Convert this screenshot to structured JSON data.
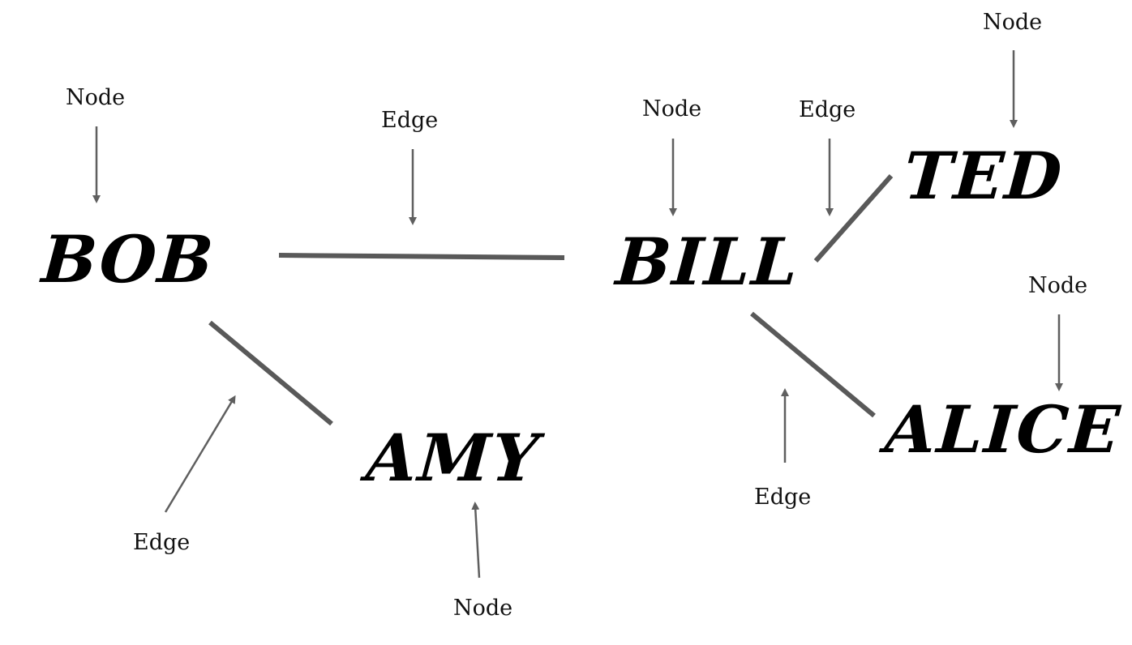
{
  "colors": {
    "edge": "#595959",
    "arrow": "#5f5f5f",
    "text": "#000000"
  },
  "nodes": [
    {
      "id": "bob",
      "label": "BOB"
    },
    {
      "id": "bill",
      "label": "BILL"
    },
    {
      "id": "ted",
      "label": "TED"
    },
    {
      "id": "amy",
      "label": "AMY"
    },
    {
      "id": "alice",
      "label": "ALICE"
    }
  ],
  "edges": [
    {
      "from": "bob",
      "to": "bill"
    },
    {
      "from": "bob",
      "to": "amy"
    },
    {
      "from": "bill",
      "to": "ted"
    },
    {
      "from": "bill",
      "to": "alice"
    }
  ],
  "annotations": {
    "node_bob": "Node",
    "edge_bob_bill": "Edge",
    "node_bill": "Node",
    "edge_bill_ted": "Edge",
    "node_ted": "Node",
    "node_alice": "Node",
    "edge_bob_amy": "Edge",
    "node_amy": "Node",
    "edge_bill_alice": "Edge"
  }
}
